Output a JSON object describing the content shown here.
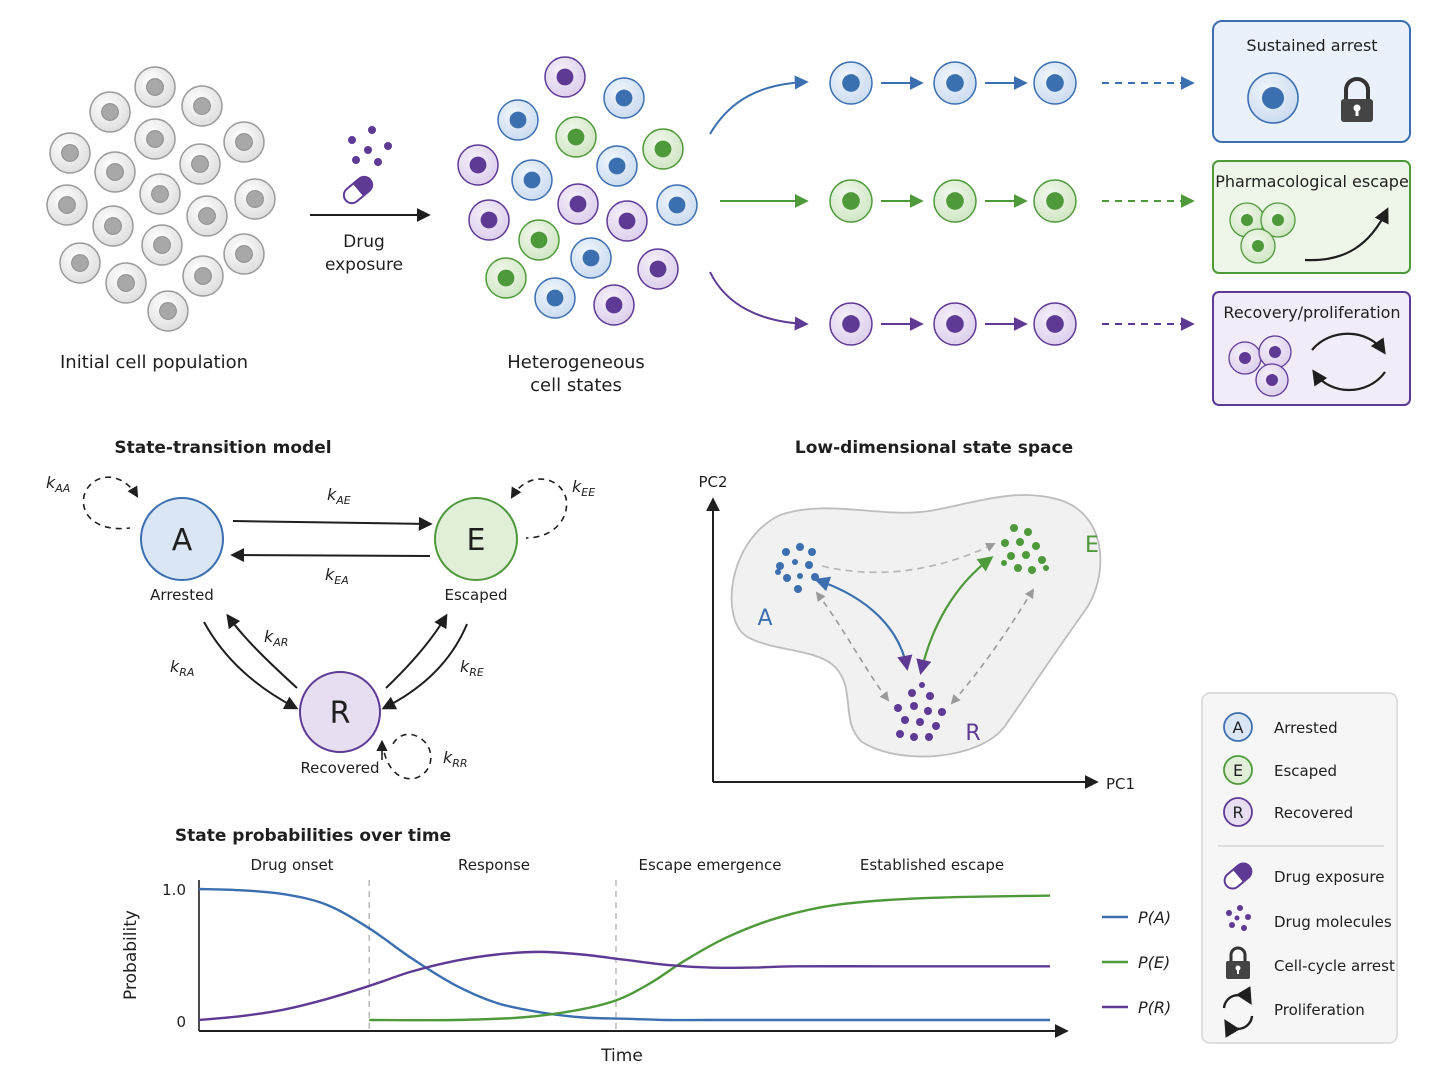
{
  "colors": {
    "arrested": "#3b6fb0",
    "escaped": "#4e9a3a",
    "recovered": "#5e3a95",
    "neutral": "#9a9a9a",
    "arrested_fill": "#dbe6f5",
    "escaped_fill": "#e1efd9",
    "recovered_fill": "#e7dff1"
  },
  "top": {
    "initial_label": "Initial cell population",
    "drug_label_line1": "Drug",
    "drug_label_line2": "exposure",
    "hetero_label_line1": "Heterogeneous",
    "hetero_label_line2": "cell states",
    "outcomes": [
      {
        "title": "Sustained arrest",
        "icon": "lock-icon"
      },
      {
        "title": "Pharmacological escape",
        "icon": "escape-arrow-icon"
      },
      {
        "title": "Recovery/proliferation",
        "icon": "cycle-icon"
      }
    ]
  },
  "model": {
    "title": "State-transition model",
    "states": [
      {
        "letter": "A",
        "name": "Arrested"
      },
      {
        "letter": "E",
        "name": "Escaped"
      },
      {
        "letter": "R",
        "name": "Recovered"
      }
    ],
    "rates": {
      "AA": {
        "k": "k",
        "sub": "AA"
      },
      "AE": {
        "k": "k",
        "sub": "AE"
      },
      "EA": {
        "k": "k",
        "sub": "EA"
      },
      "EE": {
        "k": "k",
        "sub": "EE"
      },
      "AR": {
        "k": "k",
        "sub": "AR"
      },
      "RA": {
        "k": "k",
        "sub": "RA"
      },
      "RE": {
        "k": "k",
        "sub": "RE"
      },
      "RR": {
        "k": "k",
        "sub": "RR"
      }
    }
  },
  "state_space": {
    "title": "Low-dimensional state space",
    "x_axis": "PC1",
    "y_axis": "PC2",
    "cluster_labels": {
      "A": "A",
      "E": "E",
      "R": "R"
    }
  },
  "legend": {
    "states": [
      {
        "letter": "A",
        "label": "Arrested"
      },
      {
        "letter": "E",
        "label": "Escaped"
      },
      {
        "letter": "R",
        "label": "Recovered"
      }
    ],
    "symbols": [
      {
        "icon": "capsule-icon",
        "label": "Drug exposure"
      },
      {
        "icon": "drug-molecules-icon",
        "label": "Drug molecules"
      },
      {
        "icon": "lock-icon",
        "label": "Cell-cycle arrest"
      },
      {
        "icon": "cycle-icon",
        "label": "Proliferation"
      }
    ]
  },
  "chart_data": {
    "type": "line",
    "title": "State probabilities over time",
    "xlabel": "Time",
    "ylabel": "Probability",
    "y_ticks": [
      "1.0",
      "0"
    ],
    "ylim": [
      0,
      1
    ],
    "xlim": [
      0,
      1
    ],
    "phases": [
      "Drug onset",
      "Response",
      "Escape emergence",
      "Established escape"
    ],
    "phase_boundaries": [
      0.2,
      0.49
    ],
    "series": [
      {
        "name": "P(A)",
        "color": "#3b6fb0",
        "x": [
          0,
          0.05,
          0.1,
          0.15,
          0.2,
          0.25,
          0.3,
          0.35,
          0.4,
          0.45,
          0.5,
          0.55,
          0.6,
          0.7,
          0.8,
          0.9,
          1.0
        ],
        "y": [
          1.0,
          0.99,
          0.96,
          0.88,
          0.7,
          0.47,
          0.27,
          0.13,
          0.06,
          0.02,
          0.01,
          0.0,
          0.0,
          0.0,
          0.0,
          0.0,
          0.0
        ]
      },
      {
        "name": "P(E)",
        "color": "#4e9a3a",
        "x": [
          0.2,
          0.3,
          0.38,
          0.44,
          0.49,
          0.53,
          0.57,
          0.62,
          0.68,
          0.75,
          0.85,
          1.0
        ],
        "y": [
          0.0,
          0.0,
          0.02,
          0.07,
          0.15,
          0.28,
          0.45,
          0.63,
          0.78,
          0.88,
          0.93,
          0.95
        ]
      },
      {
        "name": "P(R)",
        "color": "#5e3a95",
        "x": [
          0,
          0.05,
          0.1,
          0.15,
          0.2,
          0.25,
          0.3,
          0.35,
          0.4,
          0.45,
          0.5,
          0.55,
          0.6,
          0.65,
          0.7,
          0.8,
          0.9,
          1.0
        ],
        "y": [
          0.0,
          0.03,
          0.08,
          0.16,
          0.26,
          0.37,
          0.45,
          0.5,
          0.52,
          0.5,
          0.46,
          0.42,
          0.4,
          0.4,
          0.41,
          0.41,
          0.41,
          0.41
        ]
      }
    ]
  }
}
